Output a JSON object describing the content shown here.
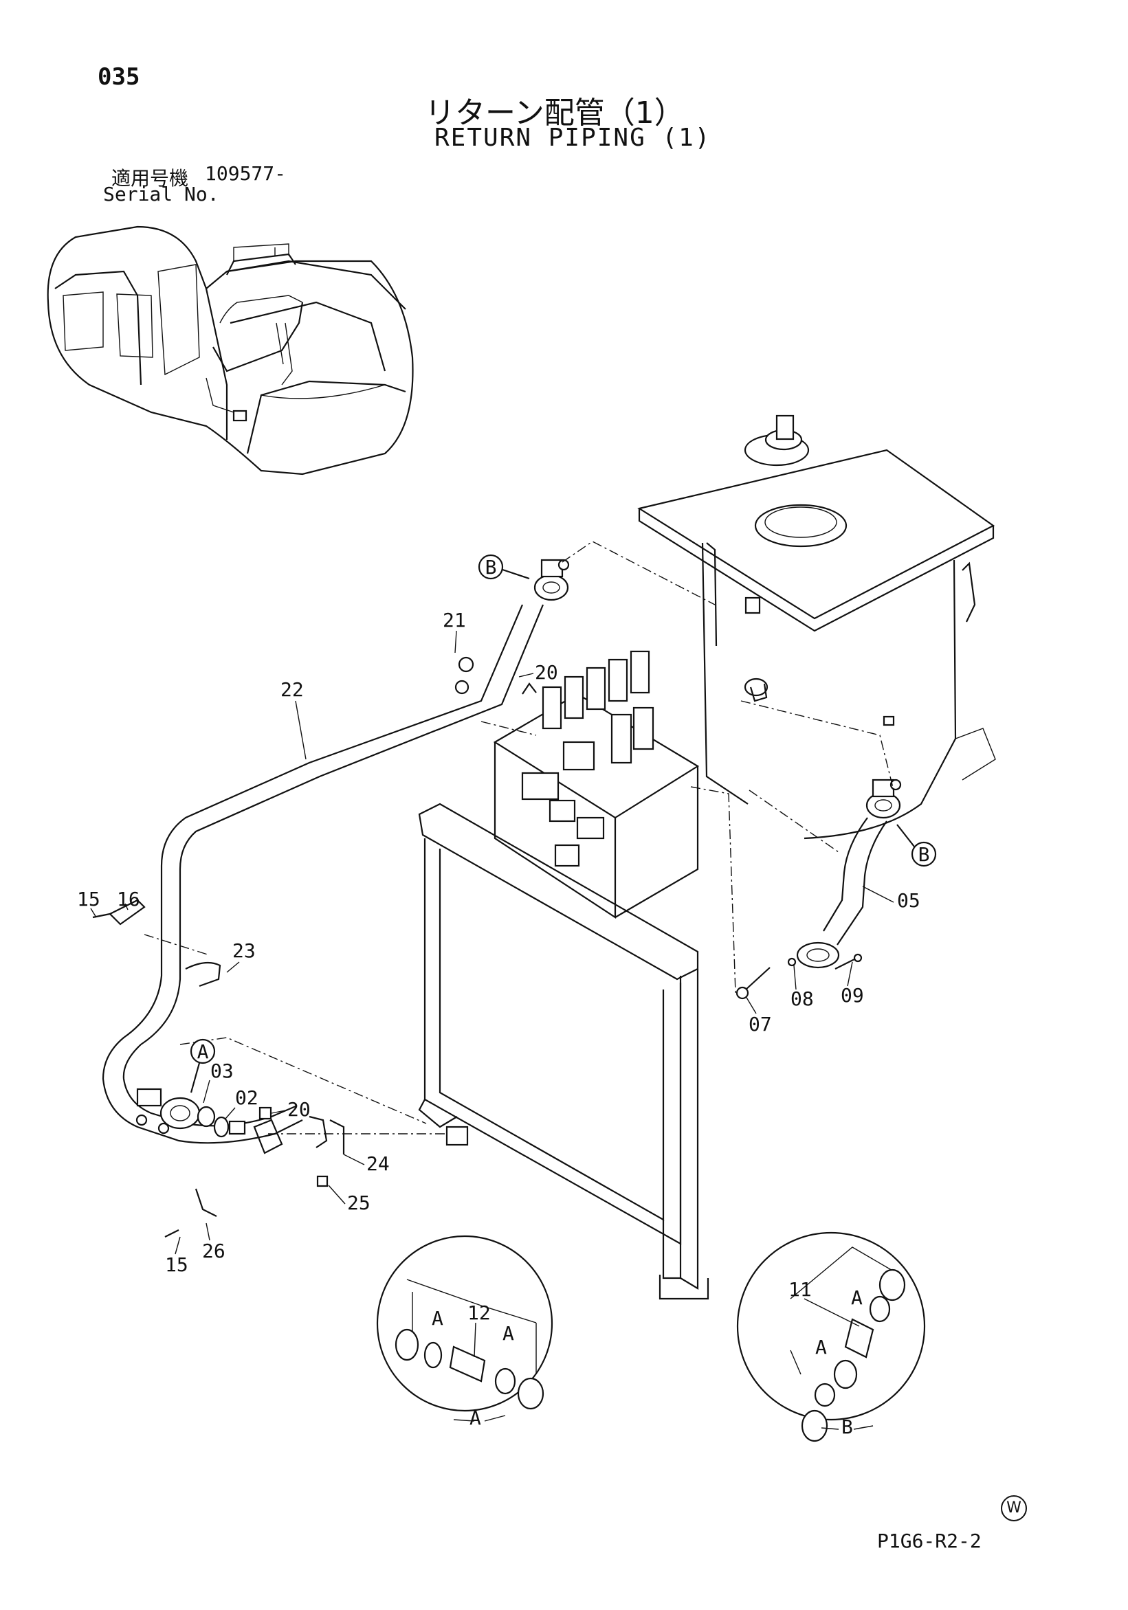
{
  "header": {
    "page_number": "035",
    "title_jp": "リターン配管（1）",
    "title_en": "RETURN PIPING (1)",
    "serial_label_jp": "適用号機",
    "serial_value": "109577-",
    "serial_label_en": "Serial No."
  },
  "callouts": {
    "c02": "02",
    "c03": "03",
    "c05": "05",
    "c07": "07",
    "c08": "08",
    "c09": "09",
    "c11": "11",
    "c12": "12",
    "c15a": "15",
    "c15b": "15",
    "c16": "16",
    "c20a": "20",
    "c20b": "20",
    "c21": "21",
    "c22": "22",
    "c23": "23",
    "c24": "24",
    "c25": "25",
    "c26": "26"
  },
  "refs": {
    "b_top": "B",
    "b_right": "B",
    "a_left": "A",
    "detail_a_label": "A",
    "detail_b_label": "B",
    "detail_a_a1": "A",
    "detail_a_a2": "A",
    "detail_b_a1": "A",
    "detail_b_a2": "A"
  },
  "footer": {
    "code": "P1G6-R2-2",
    "mark": "W"
  }
}
